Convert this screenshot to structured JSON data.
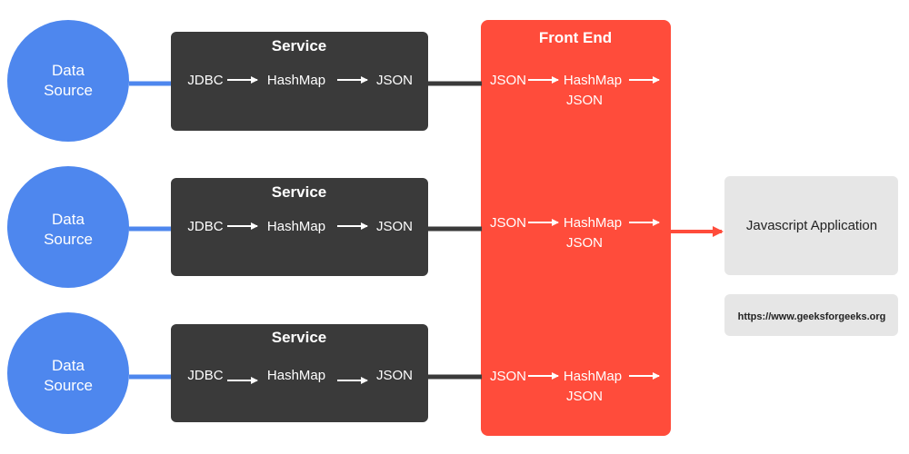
{
  "colors": {
    "data_source": "#4e87ee",
    "service_box": "#3a3a3a",
    "front_end": "#ff4c3b",
    "app_box": "#e6e6e6",
    "connector_blue": "#4e87ee",
    "connector_dark": "#3a3a3a",
    "connector_red": "#ff4c3b"
  },
  "rows": [
    {
      "source_line1": "Data",
      "source_line2": "Source",
      "service_title": "Service",
      "service_steps": [
        "JDBC",
        "HashMap",
        "JSON"
      ],
      "fe_steps": [
        "JSON",
        "HashMap",
        "JSON"
      ]
    },
    {
      "source_line1": "Data",
      "source_line2": "Source",
      "service_title": "Service",
      "service_steps": [
        "JDBC",
        "HashMap",
        "JSON"
      ],
      "fe_steps": [
        "JSON",
        "HashMap",
        "JSON"
      ]
    },
    {
      "source_line1": "Data",
      "source_line2": "Source",
      "service_title": "Service",
      "service_steps": [
        "JDBC",
        "HashMap",
        "JSON"
      ],
      "fe_steps": [
        "JSON",
        "HashMap",
        "JSON"
      ]
    }
  ],
  "front_end": {
    "title": "Front End"
  },
  "app": {
    "label": "Javascript Application"
  },
  "watermark": {
    "url": "https://www.geeksforgeeks.org"
  }
}
